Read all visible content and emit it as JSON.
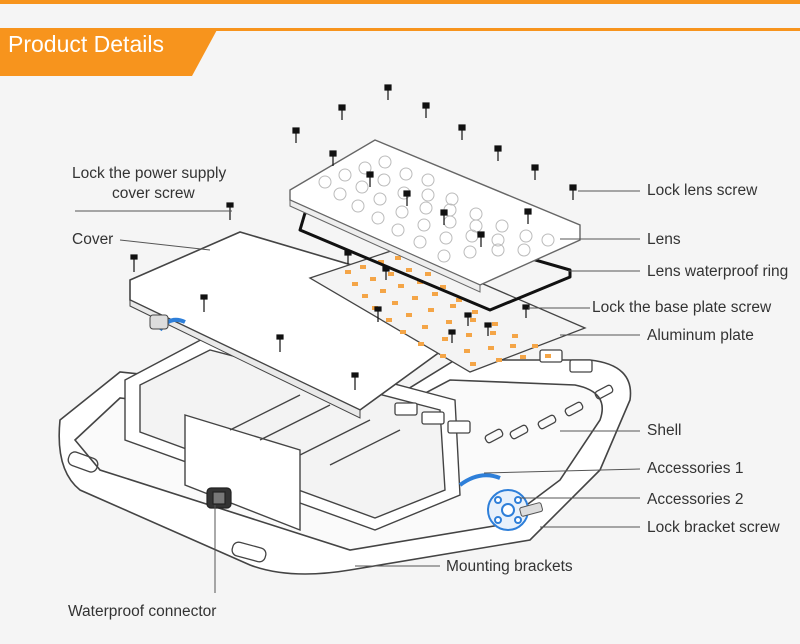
{
  "header": {
    "title": "Product Details",
    "accent_color": "#f7941d"
  },
  "labels": {
    "lock_power_supply_line1": "Lock the power supply",
    "lock_power_supply_line2": "cover screw",
    "cover": "Cover",
    "lock_lens_screw": "Lock lens screw",
    "lens": "Lens",
    "lens_waterproof_ring": "Lens waterproof ring",
    "lock_base_plate_screw": "Lock the base plate screw",
    "aluminum_plate": "Aluminum plate",
    "shell": "Shell",
    "accessories_1": "Accessories 1",
    "accessories_2": "Accessories 2",
    "lock_bracket_screw": "Lock bracket screw",
    "mounting_brackets": "Mounting brackets",
    "waterproof_connector": "Waterproof connector"
  },
  "colors": {
    "accent": "#f7941d",
    "bracket_blue": "#2e7fd9",
    "led_orange": "#f4a547",
    "line": "#555555"
  }
}
